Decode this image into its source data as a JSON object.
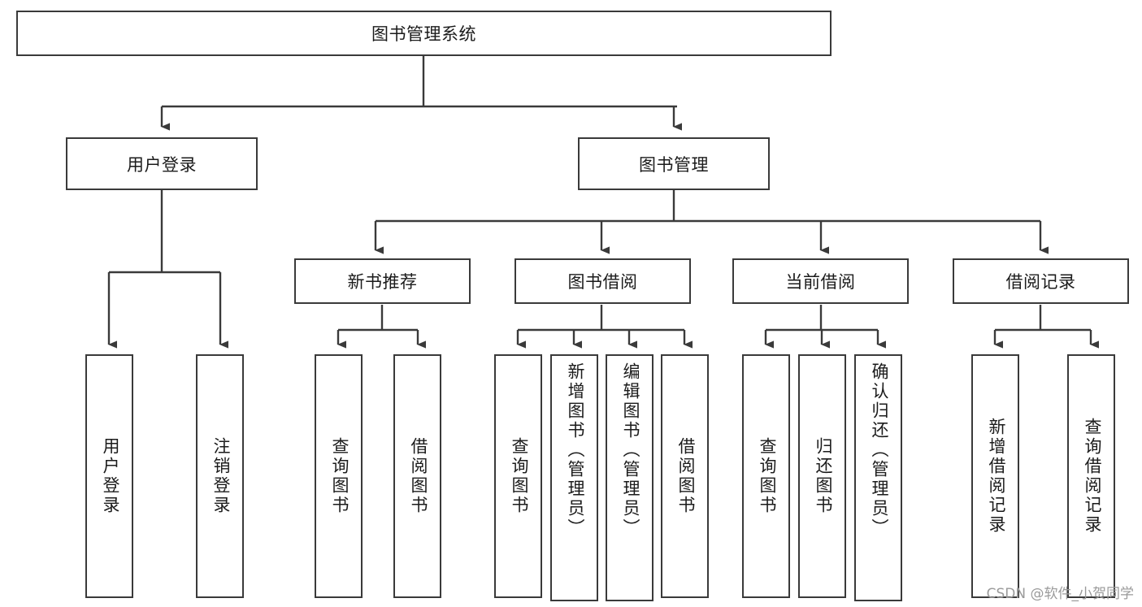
{
  "diagram": {
    "type": "tree",
    "title": "图书管理系统",
    "orientation": "top-down",
    "edge_style": "orthogonal-arrow",
    "colors": {
      "box_border": "#3a3a3a",
      "box_fill": "#ffffff",
      "edge": "#3a3a3a",
      "text": "#1b1b1b",
      "watermark": "#9a9a9a"
    },
    "root": {
      "id": "root",
      "label": "图书管理系统",
      "text_orientation": "horizontal"
    },
    "level2": [
      {
        "id": "user-login",
        "label": "用户登录",
        "text_orientation": "horizontal"
      },
      {
        "id": "book-manage",
        "label": "图书管理",
        "text_orientation": "horizontal"
      }
    ],
    "level3": [
      {
        "id": "new-book-rec",
        "label": "新书推荐",
        "text_orientation": "horizontal",
        "parent": "book-manage"
      },
      {
        "id": "book-borrow",
        "label": "图书借阅",
        "text_orientation": "horizontal",
        "parent": "book-manage"
      },
      {
        "id": "current-borrow",
        "label": "当前借阅",
        "text_orientation": "horizontal",
        "parent": "book-manage"
      },
      {
        "id": "borrow-record",
        "label": "借阅记录",
        "text_orientation": "horizontal",
        "parent": "book-manage"
      }
    ],
    "leaves": [
      {
        "id": "leaf-user-login",
        "label": "用户登录",
        "parent": "user-login",
        "text_orientation": "vertical"
      },
      {
        "id": "leaf-logout-login",
        "label": "注销登录",
        "parent": "user-login",
        "text_orientation": "vertical"
      },
      {
        "id": "leaf-query-book-1",
        "label": "查询图书",
        "parent": "new-book-rec",
        "text_orientation": "vertical"
      },
      {
        "id": "leaf-borrow-book-1",
        "label": "借阅图书",
        "parent": "new-book-rec",
        "text_orientation": "vertical"
      },
      {
        "id": "leaf-query-book-2",
        "label": "查询图书",
        "parent": "book-borrow",
        "text_orientation": "vertical"
      },
      {
        "id": "leaf-add-book",
        "label": "新增图书（管理员）",
        "parent": "book-borrow",
        "text_orientation": "vertical"
      },
      {
        "id": "leaf-edit-book",
        "label": "编辑图书（管理员）",
        "parent": "book-borrow",
        "text_orientation": "vertical"
      },
      {
        "id": "leaf-borrow-book-2",
        "label": "借阅图书",
        "parent": "book-borrow",
        "text_orientation": "vertical"
      },
      {
        "id": "leaf-query-book-3",
        "label": "查询图书",
        "parent": "current-borrow",
        "text_orientation": "vertical"
      },
      {
        "id": "leaf-return-book",
        "label": "归还图书",
        "parent": "current-borrow",
        "text_orientation": "vertical"
      },
      {
        "id": "leaf-confirm-return",
        "label": "确认归还（管理员）",
        "parent": "current-borrow",
        "text_orientation": "vertical"
      },
      {
        "id": "leaf-add-record",
        "label": "新增借阅记录",
        "parent": "borrow-record",
        "text_orientation": "vertical"
      },
      {
        "id": "leaf-query-record",
        "label": "查询借阅记录",
        "parent": "borrow-record",
        "text_orientation": "vertical"
      }
    ]
  },
  "watermark": {
    "text": "CSDN @软件_小贺同学"
  }
}
